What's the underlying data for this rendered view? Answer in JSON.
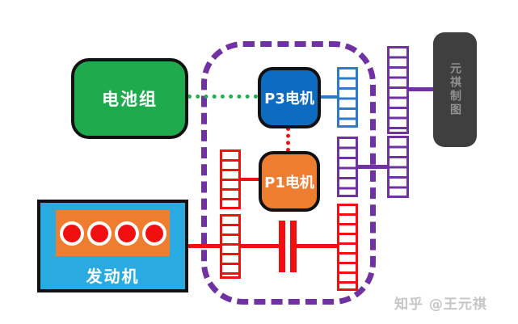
{
  "diagram": {
    "title_hint": "P1+P3 hybrid powertrain schematic",
    "nodes": {
      "battery": {
        "label": "电池组"
      },
      "p3_motor": {
        "label": "P3电机"
      },
      "p1_motor": {
        "label": "P1电机"
      },
      "engine": {
        "label": "发动机",
        "cylinder_count": 4
      },
      "brand": {
        "label": "元祺制图"
      }
    },
    "watermark": "知乎 @王元祺"
  },
  "colors": {
    "battery_green": "#1faa4d",
    "motor_blue": "#0d6cc2",
    "motor_orange": "#ee7d2f",
    "engine_cyan": "#29aae1",
    "signal_green": "#1db14c",
    "mech_red": "#f11010",
    "link_blue": "#2d7ac9",
    "shaft_purple": "#7031a2",
    "brand_gray": "#3f3f3f",
    "brand_text": "#8f8f8f",
    "watermark_gray": "#c6c6c6"
  }
}
